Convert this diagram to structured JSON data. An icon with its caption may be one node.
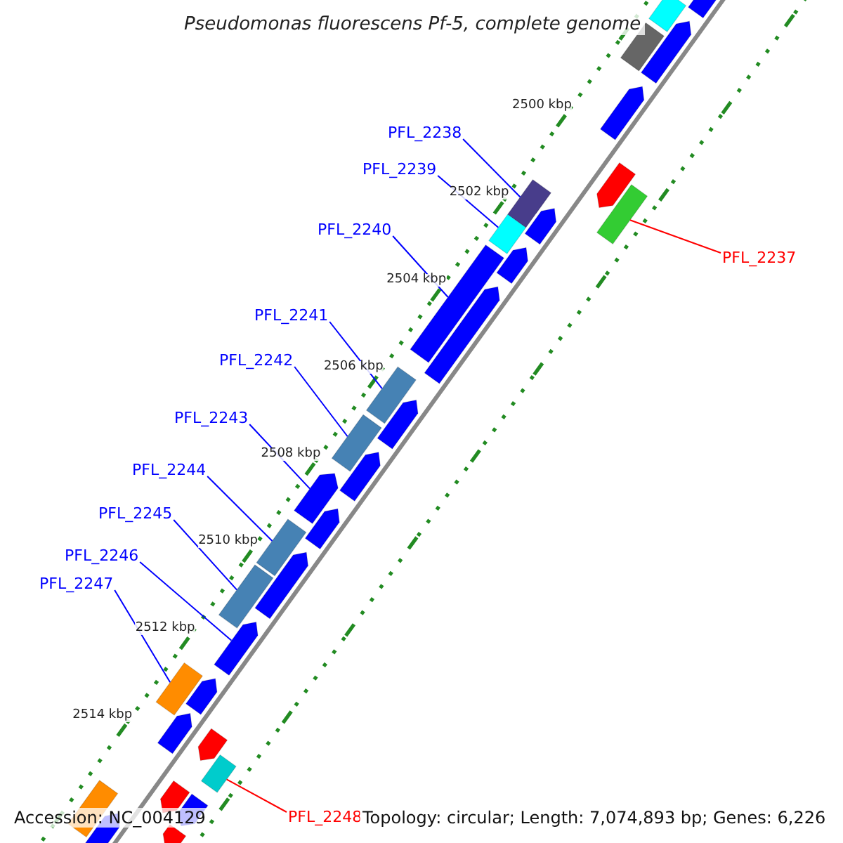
{
  "diagram": {
    "title": "Pseudomonas fluorescens Pf-5, complete genome",
    "nodes": [
      {
        "text": [
          "PFL_2238"
        ]
      },
      {
        "text": [
          "PFL_2239"
        ]
      },
      {
        "text": [
          "PFL_2240"
        ]
      },
      {
        "text": [
          "PFL_2237"
        ]
      },
      {
        "text": [
          "PFL_2241"
        ]
      },
      {
        "text": [
          "PFL_2242"
        ]
      },
      {
        "text": [
          "PFL_2243"
        ]
      },
      {
        "text": [
          "PFL_2244"
        ]
      },
      {
        "text": [
          "PFL_2245"
        ]
      },
      {
        "text": [
          "PFL_2246"
        ]
      },
      {
        "text": [
          "PFL_2247"
        ]
      },
      {
        "text": [
          "PFL_2248"
        ]
      },
      {
        "text": [],
        "shape": "pentagon"
      },
      {
        "text": [],
        "shape": "box"
      },
      {
        "text": [],
        "shape": "box"
      },
      {
        "text": [],
        "shape": "pentagon"
      },
      {
        "text": [],
        "shape": "pentagon"
      },
      {
        "text": [],
        "shape": "pentagon"
      },
      {
        "text": [],
        "shape": "box"
      },
      {
        "text": [],
        "shape": "box"
      },
      {
        "text": [],
        "shape": "pentagon"
      },
      {
        "text": [],
        "shape": "box"
      },
      {
        "text": [],
        "shape": "pentagon"
      },
      {
        "text": [],
        "shape": "box"
      },
      {
        "text": [],
        "shape": "pentagon"
      },
      {
        "text": [],
        "shape": "box"
      },
      {
        "text": [],
        "shape": "pentagon"
      },
      {
        "text": [],
        "shape": "box"
      },
      {
        "text": [],
        "shape": "pentagon"
      },
      {
        "text": [],
        "shape": "pentagon"
      },
      {
        "text": [],
        "shape": "pentagon"
      },
      {
        "text": [],
        "shape": "box"
      },
      {
        "text": [],
        "shape": "pentagon"
      },
      {
        "text": [],
        "shape": "box"
      },
      {
        "text": [],
        "shape": "pentagon"
      },
      {
        "text": [],
        "shape": "pentagon"
      },
      {
        "text": [],
        "shape": "box"
      },
      {
        "text": [],
        "shape": "pentagon"
      },
      {
        "text": [],
        "shape": "pentagon"
      },
      {
        "text": [],
        "shape": "box"
      },
      {
        "text": [],
        "shape": "pentagon"
      },
      {
        "text": [],
        "shape": "box"
      },
      {
        "text": [],
        "shape": "pentagon"
      },
      {
        "text": [],
        "shape": "pentagon"
      },
      {
        "text": [],
        "shape": "pentagon"
      }
    ],
    "edges": [
      {
        "from": 0,
        "to": 19,
        "arrow": "none"
      },
      {
        "from": 1,
        "to": 21,
        "arrow": "none"
      },
      {
        "from": 2,
        "to": 23,
        "arrow": "none"
      },
      {
        "from": 3,
        "to": 18,
        "arrow": "none",
        "color": "#ff0000"
      },
      {
        "from": 4,
        "to": 25,
        "arrow": "none"
      },
      {
        "from": 5,
        "to": 27,
        "arrow": "none"
      },
      {
        "from": 6,
        "to": 29,
        "arrow": "none"
      },
      {
        "from": 7,
        "to": 31,
        "arrow": "none"
      },
      {
        "from": 8,
        "to": 33,
        "arrow": "none"
      },
      {
        "from": 9,
        "to": 34,
        "arrow": "none"
      },
      {
        "from": 10,
        "to": 36,
        "arrow": "none"
      },
      {
        "from": 11,
        "to": 39,
        "arrow": "none",
        "color": "#ff0000"
      }
    ],
    "labels": [
      "2500 kbp",
      "2502 kbp",
      "2504 kbp",
      "2506 kbp",
      "2508 kbp",
      "2510 kbp",
      "2512 kbp",
      "2514 kbp",
      "Accession: NC_004129",
      "Topology: circular; Length: 7,074,893 bp; Genes: 6,226"
    ]
  }
}
